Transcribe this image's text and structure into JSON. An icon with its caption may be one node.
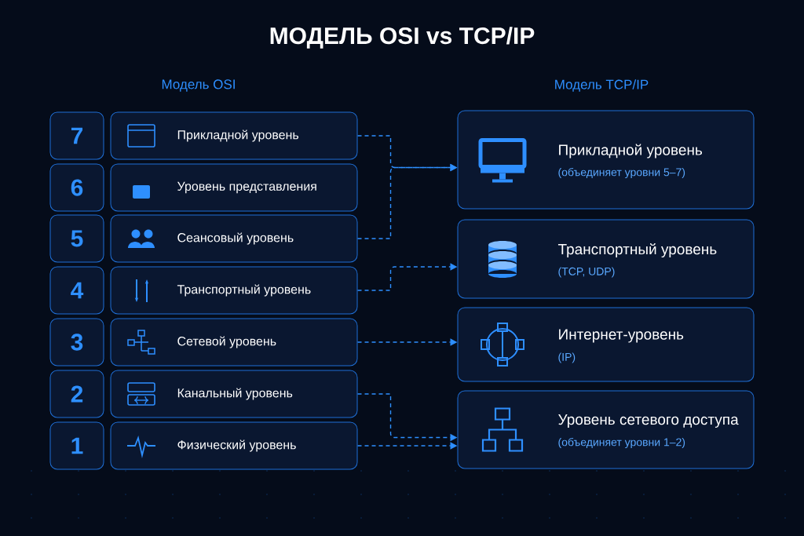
{
  "diagram": {
    "title": "МОДЕЛЬ OSI vs TCP/IP",
    "nodes": [
      {
        "text": [
          "7"
        ]
      },
      {
        "text": [
          "Прикладной уровень"
        ]
      },
      {
        "text": [
          "6"
        ]
      },
      {
        "text": [
          "Уровень представления"
        ]
      },
      {
        "text": [
          "5"
        ]
      },
      {
        "text": [
          "Сеансовый уровень"
        ]
      },
      {
        "text": [
          "4"
        ]
      },
      {
        "text": [
          "Транспортный уровень"
        ]
      },
      {
        "text": [
          "3"
        ]
      },
      {
        "text": [
          "Сетевой уровень"
        ]
      },
      {
        "text": [
          "2"
        ]
      },
      {
        "text": [
          "Канальный уровень"
        ]
      },
      {
        "text": [
          "1"
        ]
      },
      {
        "text": [
          "Физический уровень"
        ]
      },
      {
        "text": [
          "Прикладной уровень",
          "(объединяет уровни 5–7)"
        ]
      },
      {
        "text": [
          "Транспортный уровень",
          "(TCP, UDP)"
        ]
      },
      {
        "text": [
          "Интернет-уровень",
          "(IP)"
        ]
      },
      {
        "text": [
          "Уровень сетевого доступа",
          "(объединяет уровни 1–2)"
        ]
      }
    ],
    "edges": [
      {
        "from": 1,
        "to": 14,
        "arrow": "to",
        "style": "dashed"
      },
      {
        "from": 5,
        "to": 14,
        "arrow": "to",
        "style": "dashed"
      },
      {
        "from": 7,
        "to": 15,
        "arrow": "to",
        "style": "dashed"
      },
      {
        "from": 9,
        "to": 16,
        "arrow": "to",
        "style": "dashed"
      },
      {
        "from": 11,
        "to": 17,
        "arrow": "to",
        "style": "dashed"
      },
      {
        "from": 13,
        "to": 17,
        "arrow": "to",
        "style": "dashed"
      }
    ],
    "labels": [
      "Модель OSI",
      "Модель TCP/IP"
    ]
  }
}
